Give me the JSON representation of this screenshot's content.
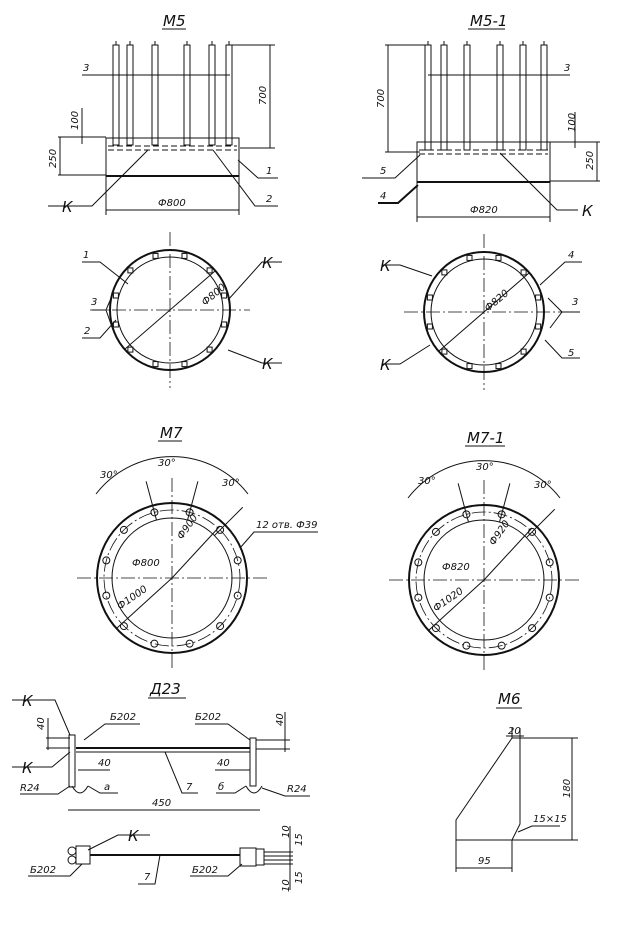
{
  "m5": {
    "title": "М5",
    "pos3": "3",
    "dim700": "700",
    "dim100": "100",
    "dim250": "250",
    "pos1": "1",
    "pos2": "2",
    "k": "К",
    "diam": "Ф800"
  },
  "m5_1": {
    "title": "М5-1",
    "dim700": "700",
    "pos3": "3",
    "dim100": "100",
    "dim250": "250",
    "pos5": "5",
    "pos4": "4",
    "diam": "Ф820",
    "k": "К"
  },
  "plan_m5": {
    "pos1": "1",
    "k1": "К",
    "pos3": "3",
    "diam": "Ф800",
    "pos2": "2",
    "k2": "К"
  },
  "plan_m5_1": {
    "k1": "К",
    "pos4": "4",
    "diam": "Ф820",
    "pos3": "3",
    "k2": "К",
    "pos5": "5"
  },
  "m7": {
    "title": "М7",
    "angle1": "30°",
    "angle2": "30°",
    "angle3": "30°",
    "holes": "12 отв. Ф39",
    "d_bolt": "Ф900",
    "d_inner": "Ф800",
    "d_outer": "Ф1000"
  },
  "m7_1": {
    "title": "М7-1",
    "angle1": "30°",
    "angle2": "30°",
    "angle3": "30°",
    "d_bolt": "Ф920",
    "d_inner": "Ф820",
    "d_outer": "Ф1020"
  },
  "d23": {
    "title": "Д23",
    "k1": "К",
    "k2": "К",
    "dim40_left": "40",
    "b202_left": "Б202",
    "b202_right": "Б202",
    "dim40_right": "40",
    "dim40_in_left": "40",
    "dim40_in_right": "40",
    "r24_left": "R24",
    "a": "а",
    "pos7": "7",
    "b": "б",
    "r24_right": "R24",
    "dim450": "450",
    "lower": {
      "k": "К",
      "b202_left": "Б202",
      "pos7": "7",
      "b202_right": "Б202",
      "dim10_top": "10",
      "dim15_top": "15",
      "dim10_bottom": "10",
      "dim15_bottom": "15"
    }
  },
  "m6": {
    "title": "М6",
    "dim20": "20",
    "dim180": "180",
    "chamfer": "15×15",
    "dim95": "95"
  }
}
